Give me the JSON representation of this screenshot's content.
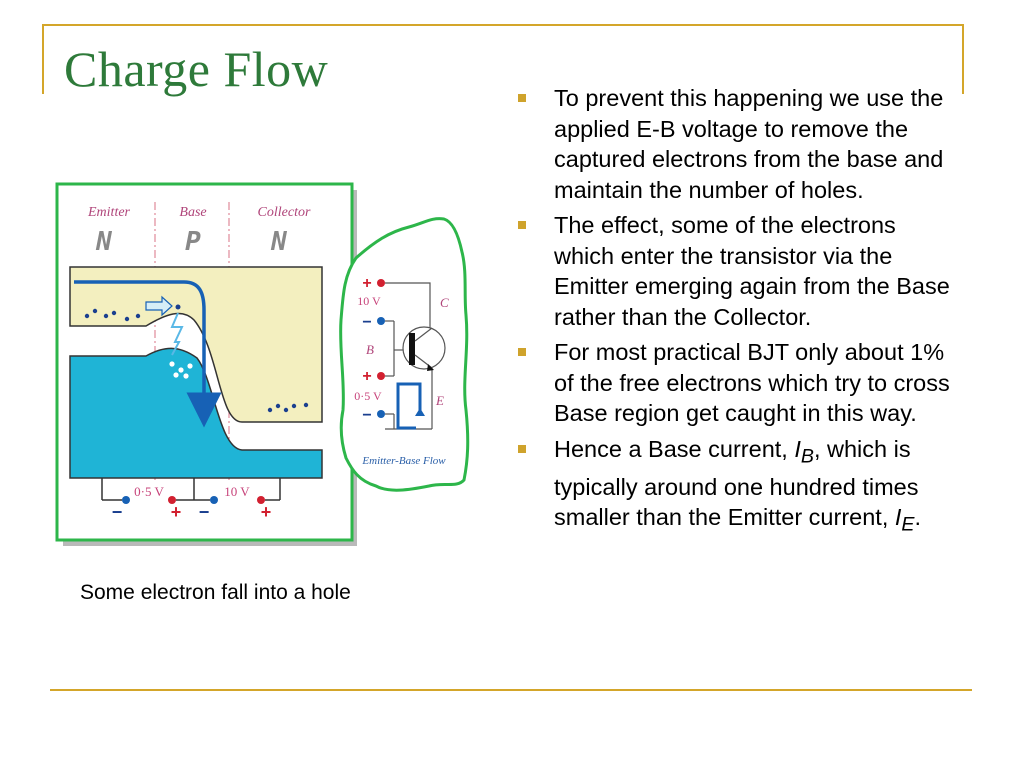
{
  "slide": {
    "title": "Charge Flow"
  },
  "bullets": [
    {
      "text": "To prevent this happening we use the applied E-B voltage to remove the captured electrons from the base and maintain the number of holes."
    },
    {
      "text": "The effect, some of the electrons which enter the transistor via the Emitter emerging again from the Base rather than the Collector."
    },
    {
      "text": "For most practical BJT only about 1% of the free electrons which try to cross Base region get caught in this way."
    },
    {
      "before": "Hence a Base current, ",
      "var": "I",
      "sub": "B",
      "after": ", which is typically around one hundred times smaller than the Emitter current, ",
      "var2": "I",
      "sub2": "E",
      "end": "."
    }
  ],
  "caption": "Some electron fall into a hole",
  "diagram": {
    "regions": [
      {
        "name": "Emitter",
        "type": "N"
      },
      {
        "name": "Base",
        "type": "P"
      },
      {
        "name": "Collector",
        "type": "N"
      }
    ],
    "bottom_voltages": {
      "eb": "0·5 V",
      "cb": "10 V",
      "plus": "+",
      "minus": "−"
    },
    "inset": {
      "top_voltage": "10 V",
      "bottom_voltage": "0·5 V",
      "label_c": "C",
      "label_b": "B",
      "label_e": "E",
      "plus": "+",
      "minus": "−",
      "caption": "Emitter-Base Flow"
    }
  },
  "colors": {
    "title": "#2e7a3a",
    "rule": "#d4a62a",
    "bullet": "#cfa32c",
    "band_yellow": "#f3efbf",
    "band_blue": "#1fb4d6",
    "frame_green": "#2db64a"
  }
}
